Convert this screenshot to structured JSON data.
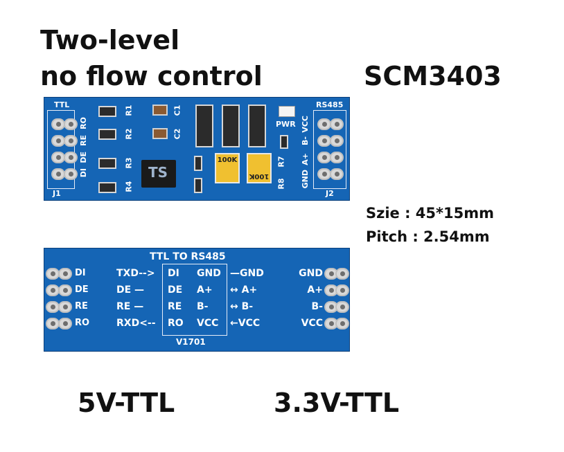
{
  "headline": {
    "line1": "Two-level",
    "line2": "no flow control",
    "model": "SCM3403"
  },
  "specs": {
    "size": "Szie : 45*15mm",
    "pitch": "Pitch : 2.54mm"
  },
  "bottom_labels": {
    "left": "5V-TTL",
    "right": "3.3V-TTL"
  },
  "top_board": {
    "left_header_title": "TTL",
    "left_header_pins": [
      "RO",
      "RE",
      "DE",
      "DI"
    ],
    "left_header_name": "J1",
    "right_header_title": "RS485",
    "right_header_pins": [
      "VCC",
      "B-",
      "A+",
      "GND"
    ],
    "right_header_name": "J2",
    "resistors": [
      "R1",
      "R2",
      "R3",
      "R4",
      "R7",
      "R8"
    ],
    "capacitors": [
      "C1",
      "C2"
    ],
    "led_label": "PWR",
    "trimmer_value": "100K",
    "chip_marking": "TS"
  },
  "bottom_board": {
    "title": "TTL TO RS485",
    "left_pins": [
      "DI",
      "DE",
      "RE",
      "RO"
    ],
    "ttl_signals": [
      "TXD-->",
      "DE —",
      "RE —",
      "RXD<--"
    ],
    "chip_left": [
      "DI",
      "DE",
      "RE",
      "RO"
    ],
    "chip_right": [
      "GND",
      "A+",
      "B-",
      "VCC"
    ],
    "rs485_signals": [
      "—GND",
      "↔ A+",
      "↔ B-",
      "←VCC"
    ],
    "right_pins": [
      "GND",
      "A+",
      "B-",
      "VCC"
    ],
    "version": "V1701"
  },
  "colors": {
    "pcb": "#1565b5",
    "silkscreen": "#ffffff",
    "pin": "#d9d9d9"
  }
}
